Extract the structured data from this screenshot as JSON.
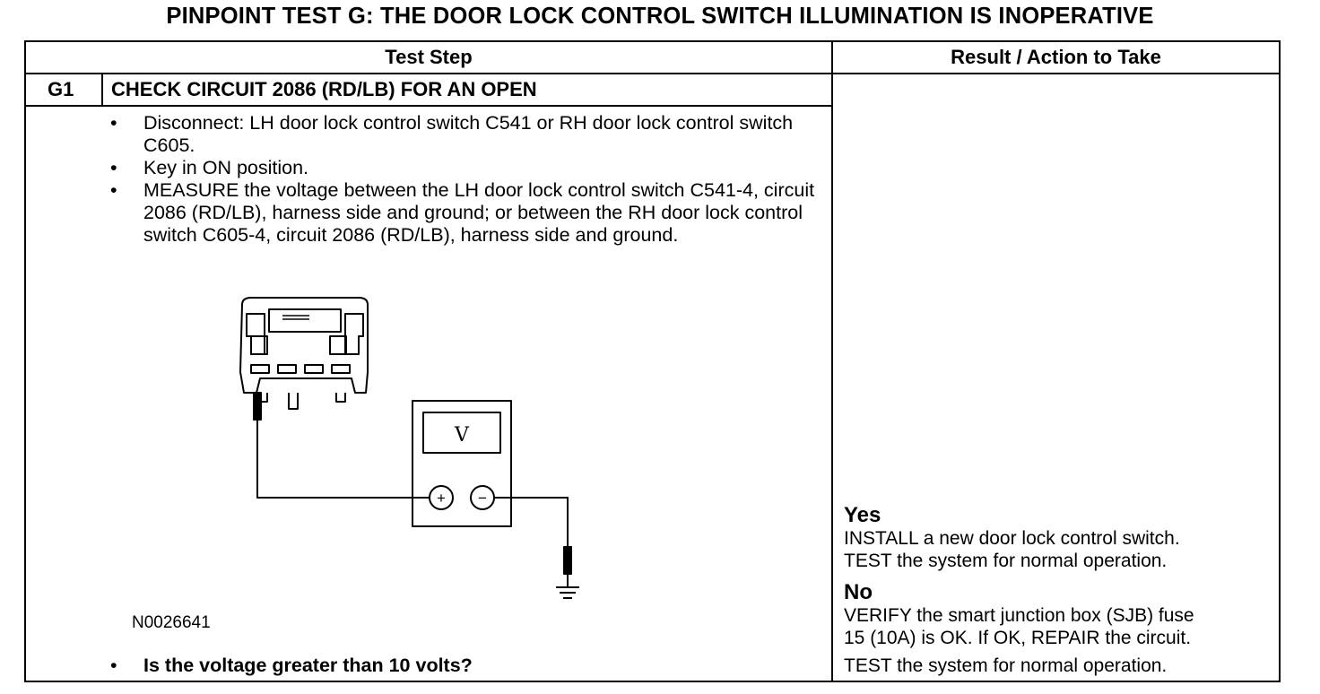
{
  "title": "PINPOINT TEST  G: THE DOOR LOCK CONTROL SWITCH ILLUMINATION IS INOPERATIVE",
  "table": {
    "header_step": "Test Step",
    "header_result": "Result / Action to Take"
  },
  "step": {
    "id": "G1",
    "title": "CHECK CIRCUIT 2086 (RD/LB) FOR AN OPEN",
    "bullets": [
      "Disconnect: LH door lock control switch C541 or RH door lock control switch C605.",
      "Key in ON position.",
      "MEASURE the voltage between the LH door lock control switch C541-4, circuit 2086 (RD/LB), harness side and ground; or between the RH door lock control switch C605-4, circuit 2086 (RD/LB), harness side and ground."
    ],
    "figure_id": "N0026641",
    "meter_label": "V",
    "plus_label": "+",
    "minus_label": "−",
    "question": "Is the voltage greater than 10 volts?"
  },
  "results": {
    "yes_label": "Yes",
    "yes_line1": "INSTALL a new door lock control switch.",
    "yes_line2": "TEST the system for normal operation.",
    "no_label": "No",
    "no_line1": "VERIFY the smart junction box (SJB) fuse",
    "no_line2": "15 (10A) is OK. If OK, REPAIR the circuit.",
    "no_line3": "TEST the system for normal operation."
  }
}
